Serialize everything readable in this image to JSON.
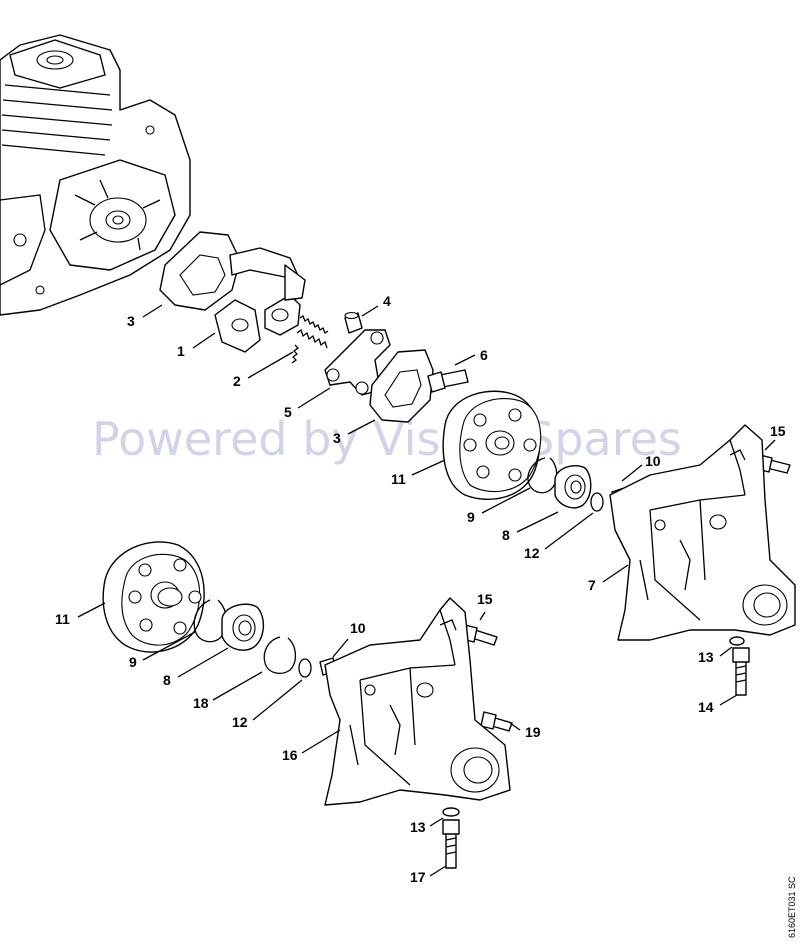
{
  "diagram": {
    "watermark": "Powered by Vision Spares",
    "drawing_code": "6160ET031 SC",
    "callouts": [
      {
        "id": "c-3a",
        "text": "3"
      },
      {
        "id": "c-1",
        "text": "1"
      },
      {
        "id": "c-2",
        "text": "2"
      },
      {
        "id": "c-4",
        "text": "4"
      },
      {
        "id": "c-6",
        "text": "6"
      },
      {
        "id": "c-5",
        "text": "5"
      },
      {
        "id": "c-3b",
        "text": "3"
      },
      {
        "id": "c-11a",
        "text": "11"
      },
      {
        "id": "c-9a",
        "text": "9"
      },
      {
        "id": "c-8a",
        "text": "8"
      },
      {
        "id": "c-12a",
        "text": "12"
      },
      {
        "id": "c-10a",
        "text": "10"
      },
      {
        "id": "c-15a",
        "text": "15"
      },
      {
        "id": "c-7",
        "text": "7"
      },
      {
        "id": "c-13a",
        "text": "13"
      },
      {
        "id": "c-14",
        "text": "14"
      },
      {
        "id": "c-11b",
        "text": "11"
      },
      {
        "id": "c-9b",
        "text": "9"
      },
      {
        "id": "c-8b",
        "text": "8"
      },
      {
        "id": "c-18",
        "text": "18"
      },
      {
        "id": "c-12b",
        "text": "12"
      },
      {
        "id": "c-10b",
        "text": "10"
      },
      {
        "id": "c-15b",
        "text": "15"
      },
      {
        "id": "c-19",
        "text": "19"
      },
      {
        "id": "c-16",
        "text": "16"
      },
      {
        "id": "c-13b",
        "text": "13"
      },
      {
        "id": "c-17",
        "text": "17"
      }
    ]
  }
}
